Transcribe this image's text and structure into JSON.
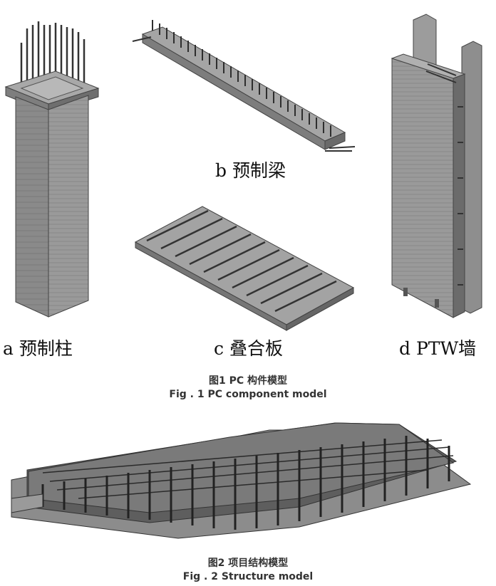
{
  "figure1": {
    "panels": [
      {
        "letter": "a",
        "name": "预制柱"
      },
      {
        "letter": "b",
        "name": "预制梁"
      },
      {
        "letter": "c",
        "name": "叠合板"
      },
      {
        "letter": "d",
        "name": "PTW墙"
      }
    ],
    "caption_cn": "图1 PC 构件模型",
    "caption_en": "Fig . 1 PC component model"
  },
  "figure2": {
    "caption_cn": "图2 项目结构模型",
    "caption_en": "Fig . 2 Structure model"
  }
}
